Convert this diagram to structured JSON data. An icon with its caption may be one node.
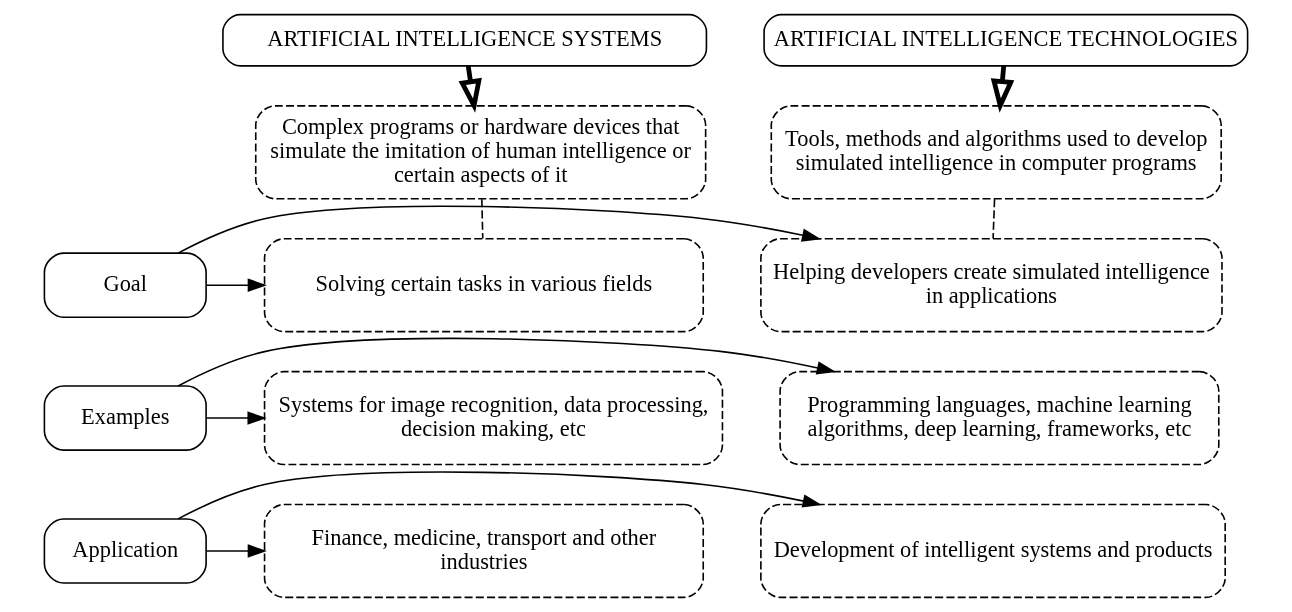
{
  "diagram": {
    "nodes": [
      {
        "text": [
          "ARTIFICIAL INTELLIGENCE SYSTEMS"
        ]
      },
      {
        "text": [
          "ARTIFICIAL INTELLIGENCE TECHNOLOGIES"
        ]
      },
      {
        "text": [
          "Complex programs or hardware devices that simulate the imitation of human intelligence or certain aspects of it"
        ]
      },
      {
        "text": [
          "Tools, methods and algorithms used to develop simulated intelligence in computer programs"
        ]
      },
      {
        "text": [
          "Solving certain tasks in various fields"
        ]
      },
      {
        "text": [
          "Goal"
        ]
      },
      {
        "text": [
          "Helping developers create simulated intelligence in applications"
        ]
      },
      {
        "text": [
          "Systems for image recognition, data processing, decision making, etc"
        ]
      },
      {
        "text": [
          "Examples"
        ]
      },
      {
        "text": [
          "Programming languages, machine learning algorithms, deep learning, frameworks, etc"
        ]
      },
      {
        "text": [
          "Finance, medicine, transport and other industries"
        ]
      },
      {
        "text": [
          "Application"
        ]
      },
      {
        "text": [
          "Development of intelligent systems and products"
        ]
      }
    ],
    "edges": [
      {
        "from": 0,
        "to": 2,
        "arrow": "to",
        "style": "thick"
      },
      {
        "from": 1,
        "to": 3,
        "arrow": "to",
        "style": "thick"
      },
      {
        "from": 2,
        "to": 4,
        "arrow": "none",
        "style": "dashed"
      },
      {
        "from": 3,
        "to": 6,
        "arrow": "none",
        "style": "dashed"
      },
      {
        "from": 5,
        "to": 4,
        "arrow": "to"
      },
      {
        "from": 5,
        "to": 6,
        "arrow": "to"
      },
      {
        "from": 8,
        "to": 7,
        "arrow": "to"
      },
      {
        "from": 8,
        "to": 9,
        "arrow": "to"
      },
      {
        "from": 11,
        "to": 10,
        "arrow": "to"
      },
      {
        "from": 11,
        "to": 12,
        "arrow": "to"
      }
    ]
  }
}
